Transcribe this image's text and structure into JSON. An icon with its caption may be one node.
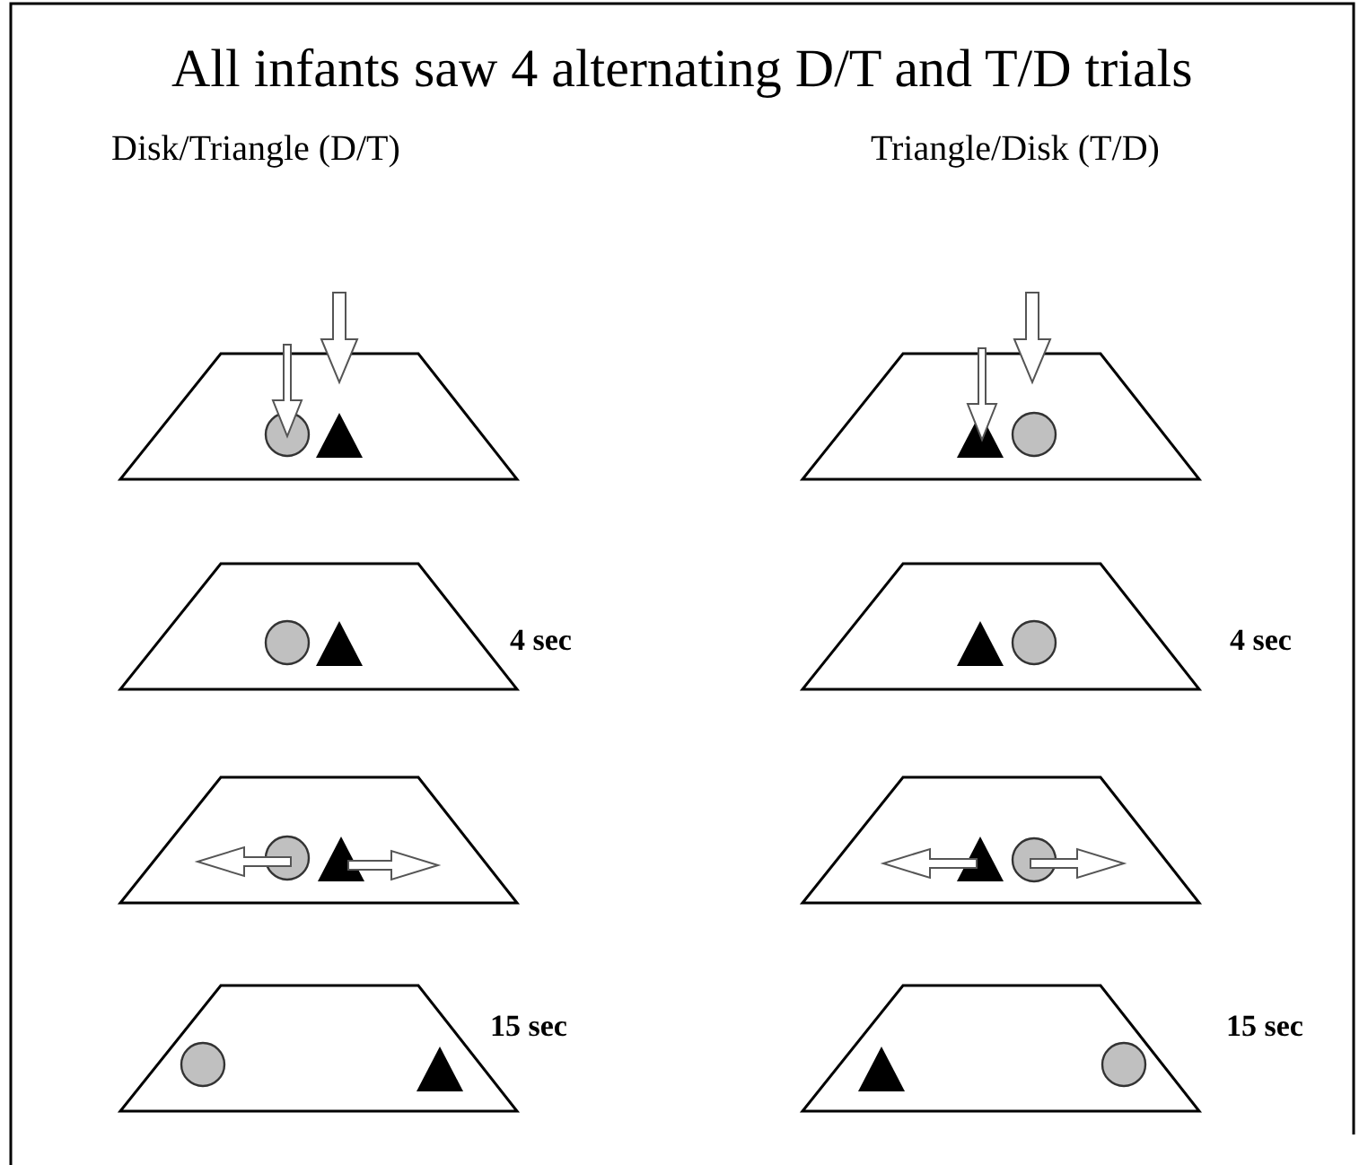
{
  "diagram": {
    "title": "All infants saw 4 alternating D/T and T/D trials",
    "labels": [
      "Disk/Triangle (D/T)",
      "Triangle/Disk (T/D)",
      "4 sec",
      "4 sec",
      "15 sec",
      "15 sec"
    ]
  }
}
